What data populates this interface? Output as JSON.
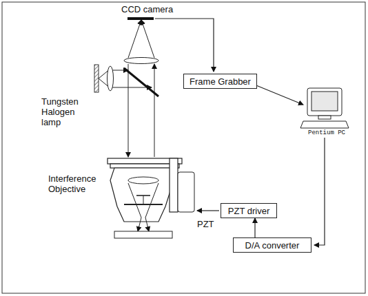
{
  "diagram": {
    "nodes": [
      {
        "text": [
          "Frame Grabber"
        ]
      },
      {
        "text": [
          "PZT driver"
        ]
      },
      {
        "text": [
          "D/A converter"
        ]
      }
    ],
    "edges": [
      {
        "from": 2,
        "to": 1,
        "arrow": "to"
      }
    ],
    "labels": [
      "CCD camera",
      "Tungsten Halogen lamp",
      "Interference Objective",
      "PZT",
      "Pentium PC"
    ]
  }
}
